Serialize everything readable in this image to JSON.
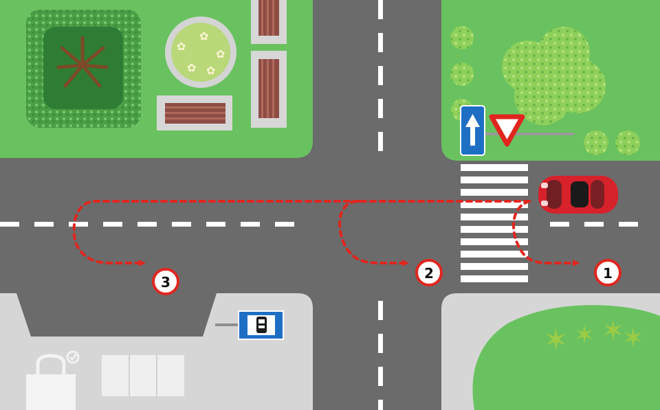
{
  "scene": {
    "colors": {
      "road": "#6b6b6b",
      "sidewalk": "#d6d6d6",
      "lawn": "#69c25f",
      "lawn_dark": "#4aa447",
      "route": "#e0261f",
      "sign_blue": "#1e6fc4",
      "sign_red": "#e0261f",
      "car": "#d7222b"
    },
    "icons": {
      "one_way_sign": "arrow-up-icon",
      "yield_sign": "inverted-triangle-icon",
      "bus_stop_sign": "bus-icon",
      "shop": "shopping-bag-icon",
      "badge": "check-circle-icon"
    },
    "markers": {
      "m1": "1",
      "m2": "2",
      "m3": "3"
    }
  }
}
